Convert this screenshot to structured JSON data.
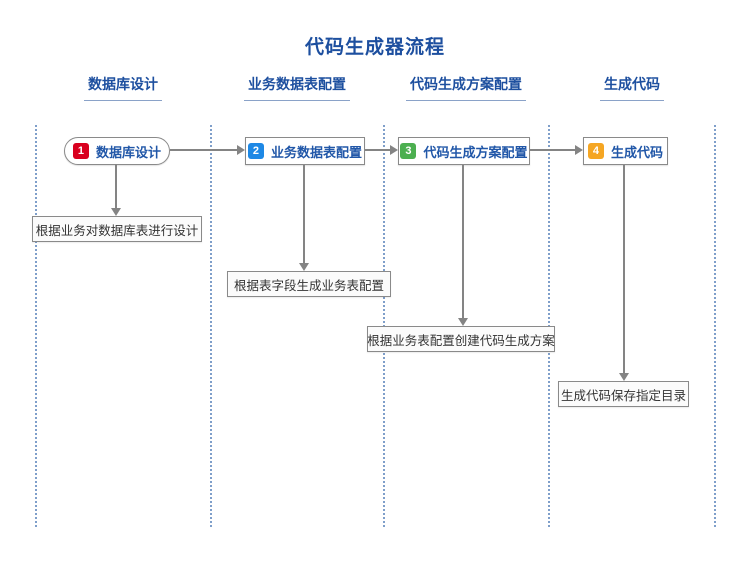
{
  "title": "代码生成器流程",
  "lanes": [
    {
      "label": "数据库设计"
    },
    {
      "label": "业务数据表配置"
    },
    {
      "label": "代码生成方案配置"
    },
    {
      "label": "生成代码"
    }
  ],
  "steps": [
    {
      "number": "1",
      "label": "数据库设计",
      "badge_color": "#d9001f",
      "description": "根据业务对数据库表进行设计"
    },
    {
      "number": "2",
      "label": "业务数据表配置",
      "badge_color": "#1e88e5",
      "description": "根据表字段生成业务表配置"
    },
    {
      "number": "3",
      "label": "代码生成方案配置",
      "badge_color": "#4caf50",
      "description": "根据业务表配置创建代码生成方案"
    },
    {
      "number": "4",
      "label": "生成代码",
      "badge_color": "#f5a623",
      "description": "生成代码保存指定目录"
    }
  ],
  "colors": {
    "title_text": "#1d4f9f",
    "node_text": "#2157a8",
    "connector": "#848484",
    "lane_divider": "#7f9fca"
  }
}
